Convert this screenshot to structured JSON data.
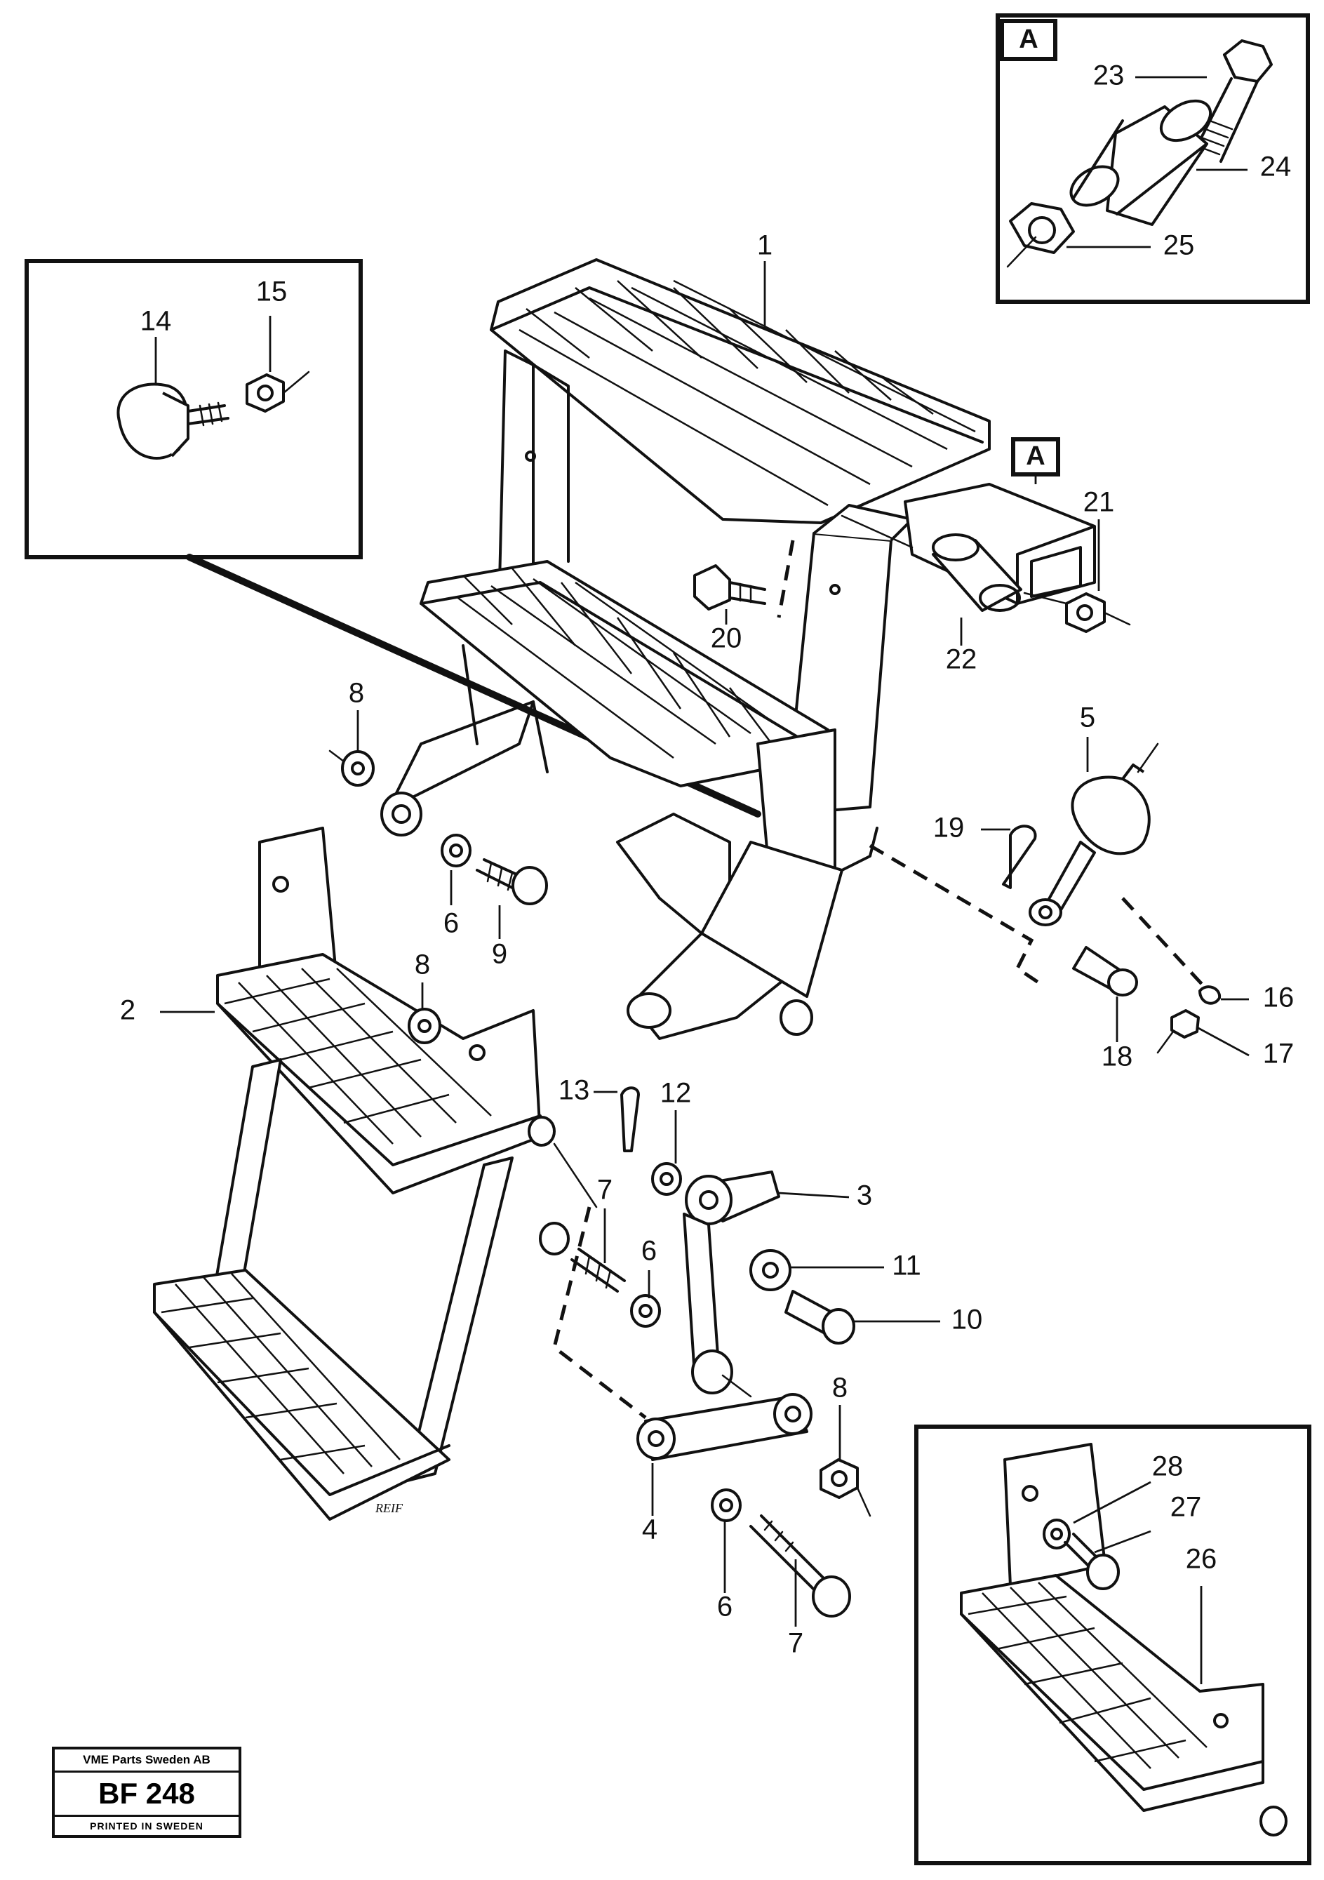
{
  "callouts": {
    "c1": "1",
    "c2": "2",
    "c3": "3",
    "c4": "4",
    "c5": "5",
    "c6a": "6",
    "c6b": "6",
    "c6c": "6",
    "c7a": "7",
    "c7b": "7",
    "c8a": "8",
    "c8b": "8",
    "c8c": "8",
    "c9": "9",
    "c10": "10",
    "c11": "11",
    "c12": "12",
    "c13": "13",
    "c14": "14",
    "c15": "15",
    "c16": "16",
    "c17": "17",
    "c18": "18",
    "c19": "19",
    "c20": "20",
    "c21": "21",
    "c22": "22",
    "c23": "23",
    "c24": "24",
    "c25": "25",
    "c26": "26",
    "c27": "27",
    "c28": "28"
  },
  "detail_tags": {
    "inset_a": "A",
    "tag_a": "A"
  },
  "signature": "REIF",
  "title_block": {
    "company": "VME Parts Sweden AB",
    "reference": "BF 248",
    "printed": "PRINTED IN SWEDEN"
  }
}
